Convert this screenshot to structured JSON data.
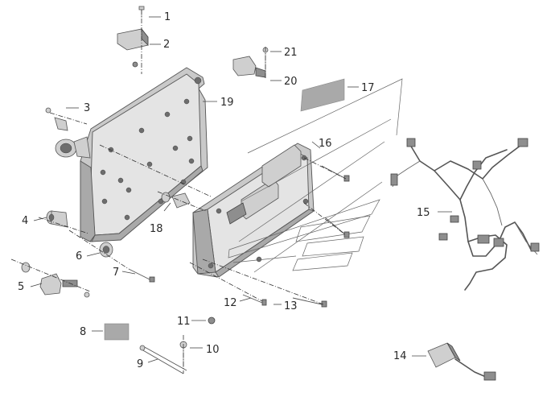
{
  "labels": [
    {
      "n": "1"
    },
    {
      "n": "2"
    },
    {
      "n": "3"
    },
    {
      "n": "4"
    },
    {
      "n": "5"
    },
    {
      "n": "6"
    },
    {
      "n": "7"
    },
    {
      "n": "8"
    },
    {
      "n": "9"
    },
    {
      "n": "10"
    },
    {
      "n": "11"
    },
    {
      "n": "12"
    },
    {
      "n": "13"
    },
    {
      "n": "14"
    },
    {
      "n": "15"
    },
    {
      "n": "16"
    },
    {
      "n": "17"
    },
    {
      "n": "18"
    },
    {
      "n": "19"
    },
    {
      "n": "20"
    },
    {
      "n": "21"
    }
  ]
}
